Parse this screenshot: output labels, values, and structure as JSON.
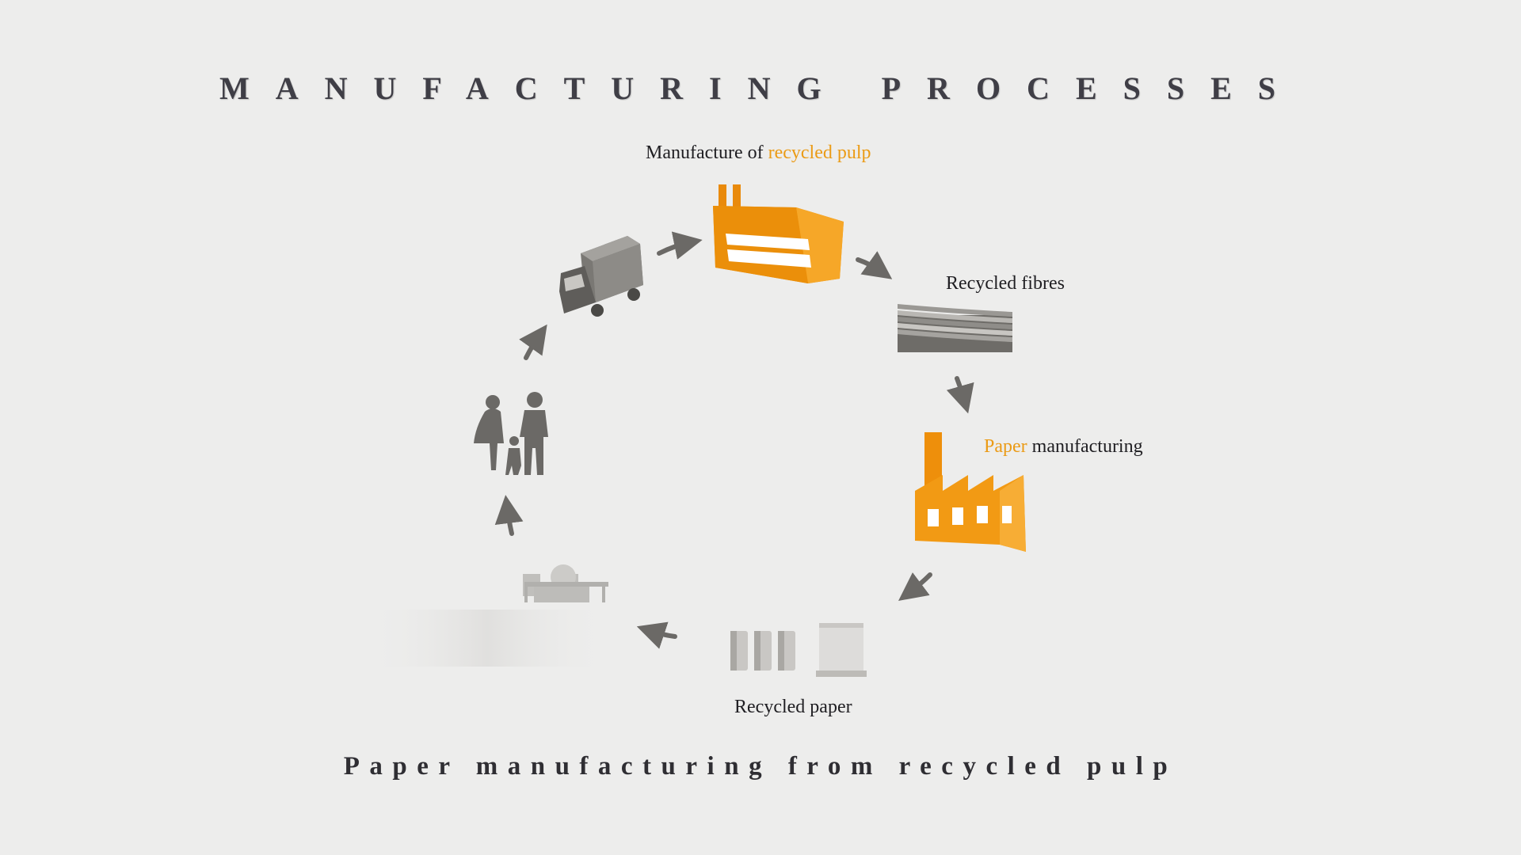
{
  "title": "MANUFACTURING PROCESSES",
  "subtitle": "Paper manufacturing from recycled pulp",
  "labels": {
    "pulp": {
      "prefix": "Manufacture of ",
      "accent": "recycled pulp"
    },
    "fibres": "Recycled fibres",
    "paper_mfg": {
      "accent": "Paper",
      "suffix": " manufacturing"
    },
    "recycled_paper": "Recycled paper"
  },
  "colors": {
    "accent": "#eb9b16",
    "icon_gray": "#6b6966",
    "background": "#ededec"
  },
  "icons": [
    "pulp-factory-icon",
    "recycled-fibres-icon",
    "paper-factory-icon",
    "paper-rolls-icon",
    "printing-press-icon",
    "family-icon",
    "truck-icon"
  ]
}
